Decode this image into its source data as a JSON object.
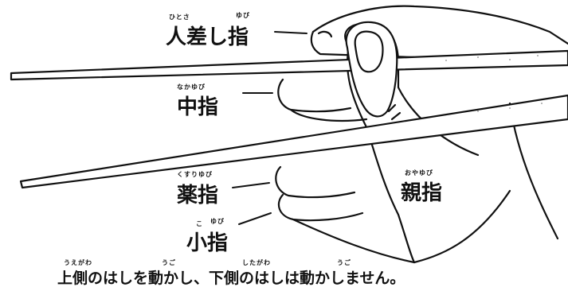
{
  "fingers": {
    "index": {
      "label": "人差し指",
      "ruby_hito_sa": "ひとさ",
      "ruby_yubi": "ゆび"
    },
    "middle": {
      "label": "中指",
      "ruby": "なかゆび"
    },
    "ring": {
      "label": "薬指",
      "ruby": "くすりゆび"
    },
    "little": {
      "label": "小指",
      "ruby_ko": "こ",
      "ruby_yubi": "ゆび"
    },
    "thumb": {
      "label": "親指",
      "ruby": "おやゆび"
    }
  },
  "caption": {
    "text": "上側のはしを動かし、下側のはしは動かしません。",
    "ruby_uegawa": "うえがわ",
    "ruby_ugo1": "うご",
    "ruby_shitagawa": "したがわ",
    "ruby_ugo2": "うご"
  },
  "colors": {
    "ink": "#111111",
    "paper": "#ffffff"
  }
}
